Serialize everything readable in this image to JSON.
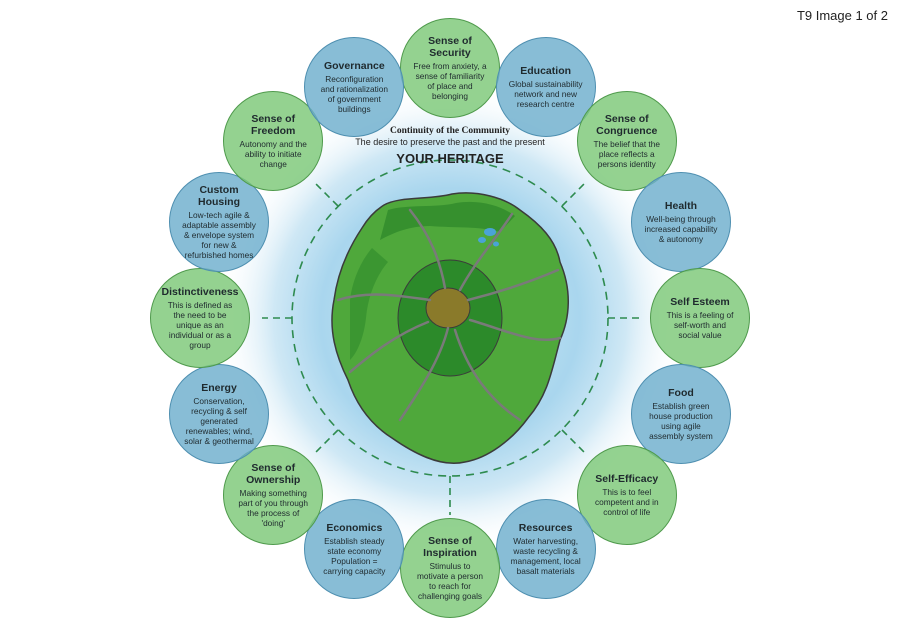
{
  "corner_label": "T9 Image 1 of 2",
  "center": {
    "title": "Continuity of the Community",
    "subtitle": "The desire to preserve the past and the present",
    "heading": "YOUR HERITAGE"
  },
  "nodes": [
    {
      "title": "Sense of Security",
      "desc": "Free from anxiety, a sense of familiarity of place and belonging",
      "color": "green"
    },
    {
      "title": "Education",
      "desc": "Global sustainability network and new research centre",
      "color": "blue"
    },
    {
      "title": "Sense of Congruence",
      "desc": "The belief that the place reflects a persons identity",
      "color": "green"
    },
    {
      "title": "Health",
      "desc": "Well-being through increased capability & autonomy",
      "color": "blue"
    },
    {
      "title": "Self Esteem",
      "desc": "This is a feeling of self-worth and social value",
      "color": "green"
    },
    {
      "title": "Food",
      "desc": "Establish green house production using agile assembly system",
      "color": "blue"
    },
    {
      "title": "Self-Efficacy",
      "desc": "This is to feel competent and in control of life",
      "color": "green"
    },
    {
      "title": "Resources",
      "desc": "Water harvesting, waste recycling & management, local basalt materials",
      "color": "blue"
    },
    {
      "title": "Sense of Inspiration",
      "desc": "Stimulus to motivate a person to reach for challenging goals",
      "color": "green"
    },
    {
      "title": "Economics",
      "desc": "Establish steady state economy Population = carrying capacity",
      "color": "blue"
    },
    {
      "title": "Sense of Ownership",
      "desc": "Making something part of you through the process of 'doing'",
      "color": "green"
    },
    {
      "title": "Energy",
      "desc": "Conservation, recycling & self generated renewables; wind, solar & geothermal",
      "color": "blue"
    },
    {
      "title": "Distinctiveness",
      "desc": "This is defined as the need to be unique as an individual or as a group",
      "color": "green"
    },
    {
      "title": "Custom Housing",
      "desc": "Low-tech agile & adaptable assembly & envelope system for new & refurbished homes",
      "color": "blue"
    },
    {
      "title": "Sense of Freedom",
      "desc": "Autonomy and the ability to initiate change",
      "color": "green"
    },
    {
      "title": "Governance",
      "desc": "Reconfiguration and rationalization of government buildings",
      "color": "blue"
    }
  ]
}
